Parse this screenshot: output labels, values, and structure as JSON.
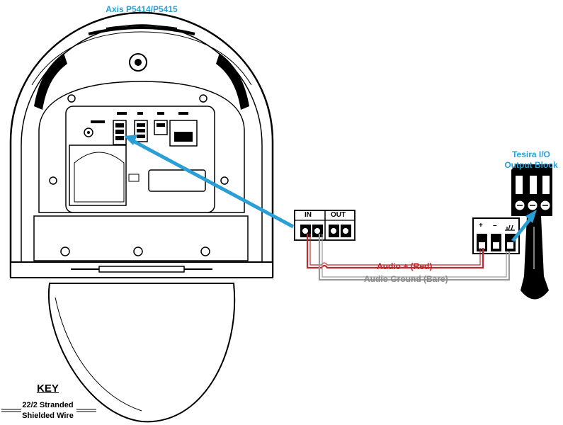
{
  "camera": {
    "model_label": "Axis P5414/P5415"
  },
  "camera_connector": {
    "in_label": "IN",
    "out_label": "OUT"
  },
  "tesira": {
    "title_line1": "Tesira I/O",
    "title_line2": "Output Block",
    "plus": "+",
    "minus": "–"
  },
  "wires": {
    "audio_plus": "Audio + (Red)",
    "audio_ground": "Audio Ground (Bare)"
  },
  "key": {
    "title": "KEY",
    "line1": "22/2 Stranded",
    "line2": "Shielded Wire"
  },
  "colors": {
    "accent": "#2a9fd6",
    "red_wire": "#c0282d",
    "bare_wire": "#9a9a9a",
    "outline": "#000000"
  }
}
